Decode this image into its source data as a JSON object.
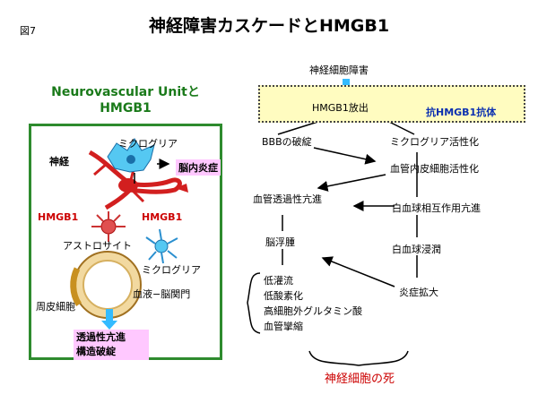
{
  "header": {
    "fig_label": "図7",
    "title": "神経障害カスケードとHMGB1"
  },
  "left_panel": {
    "title_line1": "Neurovascular Unitと",
    "title_line2": "HMGB1",
    "labels": {
      "shinkei": "神経",
      "microglia_top": "ミクログリア",
      "inflammation": "脳内炎症",
      "hmgb1_left": "HMGB1",
      "hmgb1_right": "HMGB1",
      "astrocyte": "アストロサイト",
      "microglia_bottom": "ミクログリア",
      "bbb": "血液−脳関門",
      "pericyte": "周皮細胞",
      "outcome1": "透過性亢進",
      "outcome2": "構造破綻"
    }
  },
  "flow": {
    "top": "神経細胞障害",
    "hmgb1_release": "HMGB1放出",
    "antibody": "抗HMGB1抗体",
    "bbb_break": "BBBの破綻",
    "microglia_act": "ミクログリア活性化",
    "endothelial": "血管内皮細胞活性化",
    "permeability": "血管透過性亢進",
    "leukocyte_interact": "白血球相互作用亢進",
    "edema": "脳浮腫",
    "leukocyte_infil": "白血球浸潤",
    "hypo_list": [
      "低灌流",
      "低酸素化",
      "高細胞外グルタミン酸",
      "血管攣縮"
    ],
    "inflammation_ext": "炎症拡大",
    "death": "神経細胞の死"
  },
  "colors": {
    "green": "#2e8b2e",
    "red": "#cc0000",
    "cyan": "#33bbff",
    "yellow_box": "#fffcc0",
    "pink": "#ffc8ff"
  }
}
